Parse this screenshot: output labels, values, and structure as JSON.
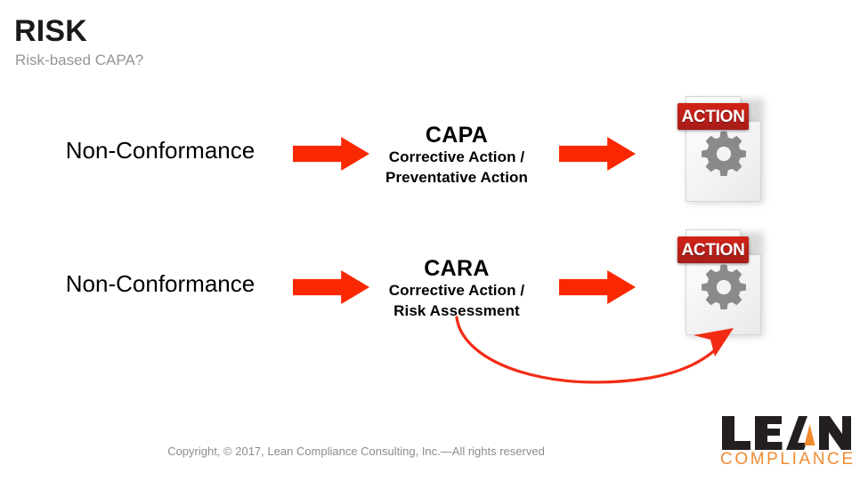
{
  "slide": {
    "title": "RISK",
    "subtitle": "Risk-based CAPA?",
    "background_color": "#ffffff"
  },
  "colors": {
    "arrow_red": "#fa2800",
    "banner_red": "#c0201a",
    "gear_gray": "#8a8a8a",
    "brand_orange": "#ef8b33",
    "brand_black": "#231f20",
    "title_black": "#1a1a1a",
    "subtitle_gray": "#959595",
    "footer_gray": "#8c8c8c"
  },
  "flow": {
    "rows": [
      {
        "source_label": "Non-Conformance",
        "arrow_1": "right-block-arrow-icon",
        "stage": {
          "acronym": "CAPA",
          "line1": "Corrective Action /",
          "line2": "Preventative Action"
        },
        "arrow_2": "right-block-arrow-icon",
        "outcome": {
          "banner": "ACTION",
          "icon": "document-gear-icon"
        }
      },
      {
        "source_label": "Non-Conformance",
        "arrow_1": "right-block-arrow-icon",
        "stage": {
          "acronym": "CARA",
          "line1": "Corrective Action /",
          "line2": "Risk Assessment"
        },
        "arrow_2": "right-block-arrow-icon",
        "outcome": {
          "banner": "ACTION",
          "icon": "document-gear-icon"
        }
      }
    ],
    "feedback_arrow": {
      "icon": "curved-feedback-arrow-icon",
      "from": "Risk Assessment",
      "to": "ACTION"
    }
  },
  "footer": {
    "copyright": "Copyright, © 2017, Lean Compliance Consulting, Inc.—All rights reserved",
    "logo": {
      "primary": "LEAN",
      "secondary": "COMPLIANCE"
    }
  }
}
